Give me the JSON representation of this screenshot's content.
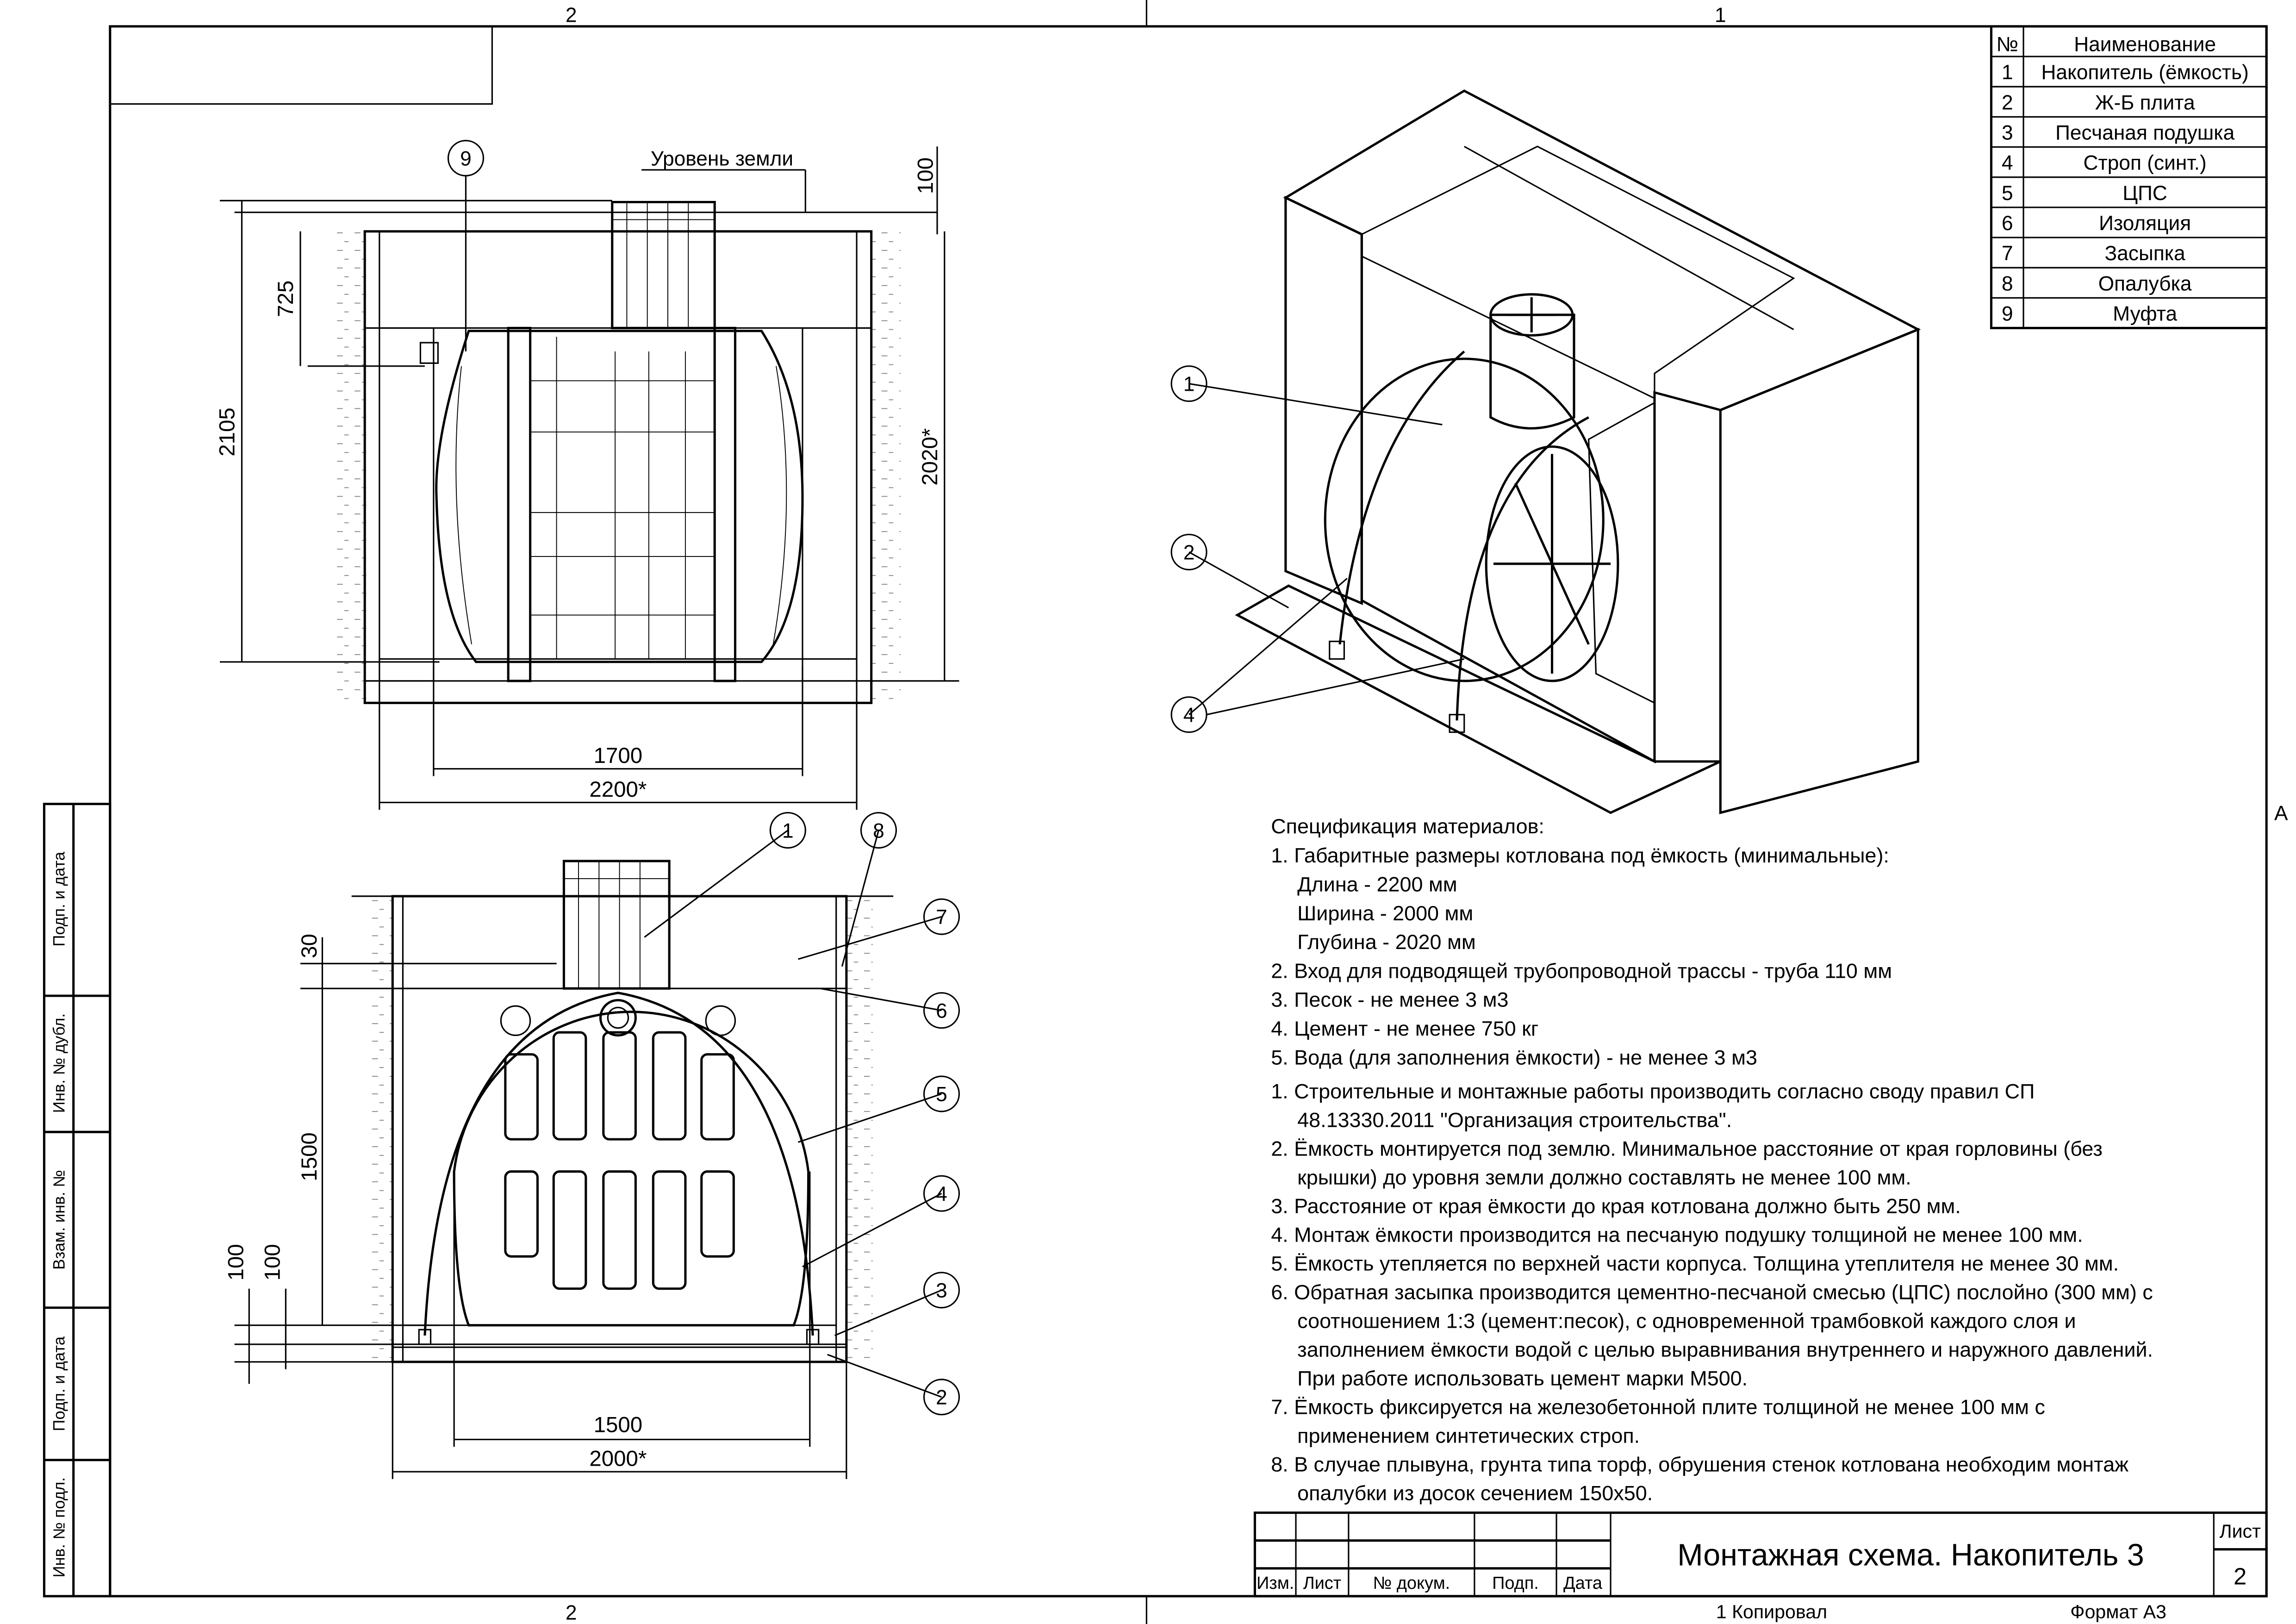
{
  "frame": {
    "zone_top_left": "2",
    "zone_top_right": "1",
    "zone_bottom_left": "2",
    "zone_right": "A",
    "side_stamps": [
      "Подп. и дата",
      "Инв. № дубл.",
      "Взам. инв. №",
      "Подп. и дата",
      "Инв. № подл."
    ]
  },
  "parts_table": {
    "headers": [
      "№",
      "Наименование"
    ],
    "rows": [
      [
        "1",
        "Накопитель (ёмкость)"
      ],
      [
        "2",
        "Ж-Б плита"
      ],
      [
        "3",
        "Песчаная подушка"
      ],
      [
        "4",
        "Строп (синт.)"
      ],
      [
        "5",
        "ЦПС"
      ],
      [
        "6",
        "Изоляция"
      ],
      [
        "7",
        "Засыпка"
      ],
      [
        "8",
        "Опалубка"
      ],
      [
        "9",
        "Муфта"
      ]
    ]
  },
  "side_view": {
    "ground_label": "Уровень земли",
    "callout": "9",
    "dims": {
      "total_height": "2105",
      "top_offset": "725",
      "neck_gap": "100",
      "pit_depth": "2020*",
      "tank_length": "1700",
      "pit_length": "2200*"
    }
  },
  "end_view": {
    "callouts": [
      "1",
      "8",
      "7",
      "6",
      "5",
      "4",
      "3",
      "2"
    ],
    "dims": {
      "insulation": "30",
      "tank_height": "1500",
      "slab": "100",
      "sand": "100",
      "tank_width": "1500",
      "pit_width": "2000*"
    }
  },
  "iso_view": {
    "callouts": [
      "1",
      "2",
      "4"
    ]
  },
  "notes": {
    "spec_title": "Спецификация материалов:",
    "spec_lines": [
      "1. Габаритные размеры котлована под ёмкость (минимальные):",
      "Длина - 2200 мм",
      "Ширина - 2000 мм",
      "Глубина - 2020 мм",
      "2. Вход для подводящей трубопроводной трассы - труба 110 мм",
      "3. Песок - не менее 3 м3",
      "4. Цемент - не менее 750 кг",
      "5. Вода (для заполнения ёмкости) - не менее 3 м3"
    ],
    "instr_lines": [
      "1. Строительные и монтажные работы производить согласно своду правил СП",
      "48.13330.2011 \"Организация строительства\".",
      "2. Ёмкость монтируется под землю. Минимальное расстояние от края горловины (без",
      "крышки) до уровня земли должно составлять не менее 100 мм.",
      "3. Расстояние от края ёмкости до края котлована должно быть 250 мм.",
      "4. Монтаж ёмкости производится на песчаную подушку толщиной не менее 100 мм.",
      "5. Ёмкость утепляется по верхней части корпуса. Толщина утеплителя не менее 30 мм.",
      "6. Обратная засыпка производится цементно-песчаной смесью (ЦПС) послойно (300 мм) с",
      "соотношением 1:3 (цемент:песок), с одновременной трамбовкой каждого слоя и",
      "заполнением ёмкости водой с целью выравнивания внутреннего и наружного давлений.",
      "При работе использовать цемент марки М500.",
      "7. Ёмкость фиксируется  на железобетонной плите толщиной не менее 100 мм с",
      "применением синтетических строп.",
      "8. В случае плывуна, грунта типа торф, обрушения стенок котлована необходим монтаж",
      "опалубки из досок сечением 150х50."
    ]
  },
  "title_block": {
    "headers": [
      "Изм.",
      "Лист",
      "№ докум.",
      "Подп.",
      "Дата"
    ],
    "title": "Монтажная схема. Накопитель 3",
    "sheet_label": "Лист",
    "sheet_number": "2",
    "copied": "1  Копировал",
    "format": "Формат А3"
  }
}
